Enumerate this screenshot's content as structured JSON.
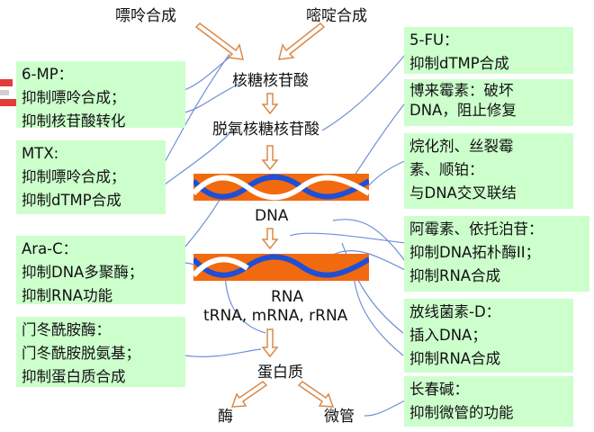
{
  "top": {
    "purine": "嘌呤合成",
    "pyrimidine": "嘧啶合成"
  },
  "center": {
    "ribonucleotide": "核糖核苷酸",
    "deoxyribonucleotide": "脱氧核糖核苷酸",
    "dna": "DNA",
    "rna": "RNA",
    "rna_types": "tRNA, mRNA, rRNA",
    "protein": "蛋白质",
    "enzyme": "酶",
    "microtubule": "微管"
  },
  "left_boxes": {
    "mp6": {
      "title": "6-MP：",
      "line1": "抑制嘌呤合成；",
      "line2": "抑制核苷酸转化"
    },
    "mtx": {
      "title": "MTX:",
      "line1": "抑制嘌呤合成；",
      "line2": "抑制dTMP合成"
    },
    "arac": {
      "title": "Ara-C：",
      "line1": "抑制DNA多聚酶；",
      "line2": "抑制RNA功能"
    },
    "asparaginase": {
      "title": "门冬酰胺酶：",
      "line1": "门冬酰胺脱氨基；",
      "line2": "抑制蛋白质合成"
    }
  },
  "right_boxes": {
    "fu5": {
      "title": "5-FU：",
      "line1": "抑制dTMP合成"
    },
    "bleomycin": {
      "line1": "博来霉素：破坏",
      "line2": "DNA，阻止修复"
    },
    "alkylating": {
      "line1": "烷化剂、丝裂霉",
      "line2": "素、顺铂：",
      "line3": "与DNA交叉联结"
    },
    "doxorubicin": {
      "line1": "阿霉素、依托泊苷：",
      "line2": "抑制DNA拓朴酶II；",
      "line3": "抑制RNA合成"
    },
    "actinomycin": {
      "line1": "放线菌素-D：",
      "line2": "插入DNA；",
      "line3": "抑制RNA合成"
    },
    "vincristine": {
      "line1": "长春碱：",
      "line2": "抑制微管的功能"
    }
  },
  "colors": {
    "box_bg": "#ccffcc",
    "band": "#f26a0f",
    "helix_blue": "#1f4fd6",
    "helix_white": "#ffffff",
    "arrow": "#d98a4a",
    "lines": "#6f8fd8"
  }
}
